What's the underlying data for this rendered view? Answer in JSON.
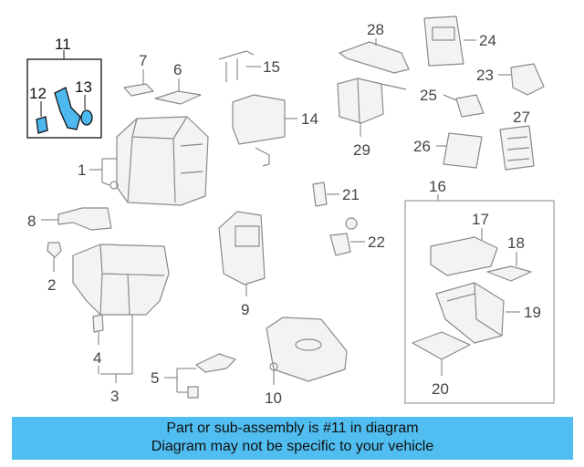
{
  "callouts": {
    "n1": "1",
    "n2": "2",
    "n3": "3",
    "n4": "4",
    "n5": "5",
    "n6": "6",
    "n7": "7",
    "n8": "8",
    "n9": "9",
    "n10": "10",
    "n11": "11",
    "n12": "12",
    "n13": "13",
    "n14": "14",
    "n15": "15",
    "n16": "16",
    "n17": "17",
    "n18": "18",
    "n19": "19",
    "n20": "20",
    "n21": "21",
    "n22": "22",
    "n23": "23",
    "n24": "24",
    "n25": "25",
    "n26": "26",
    "n27": "27",
    "n28": "28",
    "n29": "29"
  },
  "banner": {
    "line1": "Part or sub-assembly is #11 in diagram",
    "line2": "Diagram may not be specific to your vehicle"
  },
  "colors": {
    "highlight": "#4db8ee",
    "banner": "#50bef0"
  }
}
